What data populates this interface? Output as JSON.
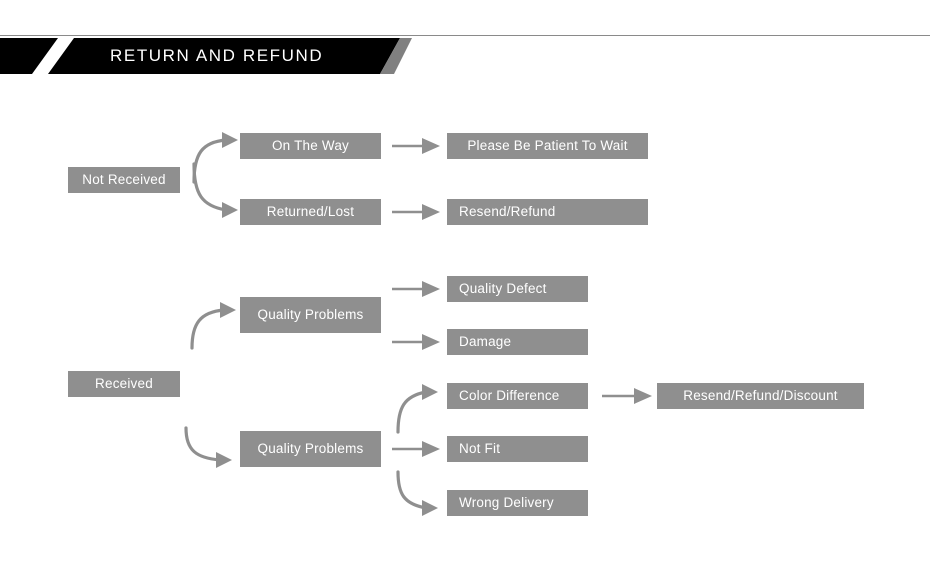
{
  "header": {
    "title": "RETURN AND REFUND",
    "banner_color": "#000000",
    "rule_color": "#8a8a8a",
    "accent_triangle_color": "#808080"
  },
  "theme": {
    "node_fill": "#8f8f8f",
    "node_text": "#ffffff",
    "arrow_color": "#8f8f8f",
    "background": "#ffffff"
  },
  "flow": {
    "branches": [
      {
        "id": "not-received",
        "root_label": "Not Received",
        "paths": [
          {
            "cause": "On The Way",
            "resolution": "Please Be Patient To Wait"
          },
          {
            "cause": "Returned/Lost",
            "resolution": "Resend/Refund"
          }
        ]
      },
      {
        "id": "received",
        "root_label": "Received",
        "groups": [
          {
            "label": "Quality Problems",
            "issues": [
              "Quality Defect",
              "Damage"
            ],
            "resolution": ""
          },
          {
            "label": "Quality Problems",
            "issues": [
              "Color Difference",
              "Not Fit",
              "Wrong Delivery"
            ],
            "resolution": "Resend/Refund/Discount"
          }
        ]
      }
    ]
  },
  "nodes": {
    "not_received": "Not Received",
    "on_the_way": "On The Way",
    "please_wait": "Please Be Patient To Wait",
    "returned_lost": "Returned/Lost",
    "resend_refund": "Resend/Refund",
    "received": "Received",
    "quality_problems_a": "Quality Problems",
    "quality_defect": "Quality Defect",
    "damage": "Damage",
    "quality_problems_b": "Quality Problems",
    "color_difference": "Color Difference",
    "not_fit": "Not Fit",
    "wrong_delivery": "Wrong Delivery",
    "resend_refund_discount": "Resend/Refund/Discount"
  }
}
